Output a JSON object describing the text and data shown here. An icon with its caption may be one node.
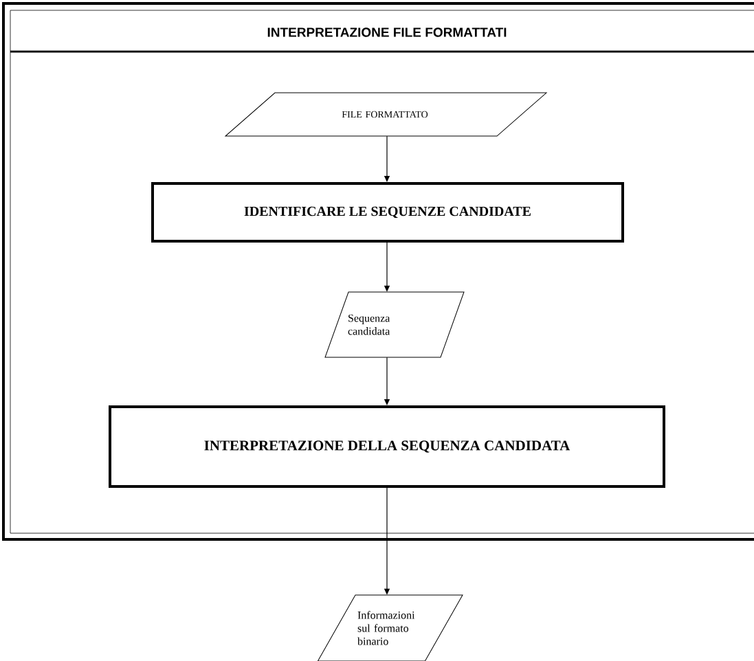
{
  "diagram": {
    "nodes": [
      {
        "text": [
          "INTERPRETAZIONE FILE FORMATTATI"
        ]
      },
      {
        "text": [
          "FILE FORMATTATO"
        ],
        "in": 0
      },
      {
        "text": [
          "IDENTIFICARE LE SEQUENZE CANDIDATE"
        ],
        "in": 0
      },
      {
        "text": [
          "Sequenza candidata"
        ],
        "in": 0
      },
      {
        "text": [
          "INTERPRETAZIONE DELLA SEQUENZA CANDIDATA"
        ],
        "in": 0
      },
      {
        "text": [
          "Informazioni sul formato binario"
        ]
      }
    ],
    "edges": [
      {
        "from": 1,
        "to": 2,
        "arrow": "to"
      },
      {
        "from": 2,
        "to": 3,
        "arrow": "to"
      },
      {
        "from": 3,
        "to": 4,
        "arrow": "to"
      },
      {
        "from": 4,
        "to": 5,
        "arrow": "to"
      }
    ]
  }
}
